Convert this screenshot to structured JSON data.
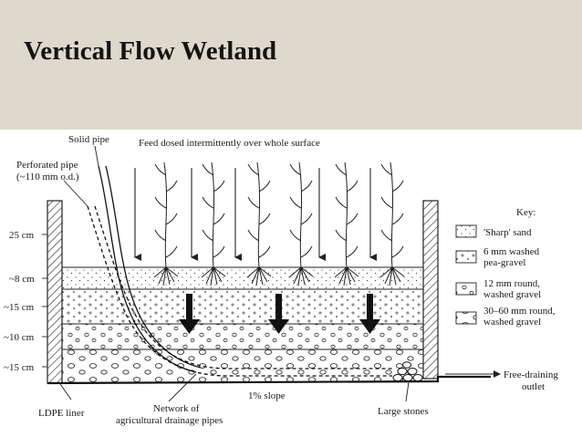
{
  "title": "Vertical Flow Wetland",
  "labels": {
    "solid_pipe": "Solid pipe",
    "feed": "Feed dosed intermittently over whole surface",
    "perforated_pipe_1": "Perforated pipe",
    "perforated_pipe_2": "(~110 mm o.d.)",
    "liner": "LDPE liner",
    "network_1": "Network of",
    "network_2": "agricultural drainage pipes",
    "slope": "1% slope",
    "large_stones": "Large stones",
    "outlet_1": "Free-draining",
    "outlet_2": "outlet"
  },
  "depths": [
    "25 cm",
    "~8 cm",
    "~15 cm",
    "~10 cm",
    "~15 cm"
  ],
  "key": {
    "title": "Key:",
    "items": [
      {
        "lines": [
          "'Sharp' sand"
        ],
        "pattern": "sand"
      },
      {
        "lines": [
          "6 mm washed",
          "pea-gravel"
        ],
        "pattern": "pea"
      },
      {
        "lines": [
          "12 mm round,",
          "washed gravel"
        ],
        "pattern": "round"
      },
      {
        "lines": [
          "30–60 mm round,",
          "washed gravel"
        ],
        "pattern": "coarse"
      }
    ]
  },
  "colors": {
    "band": "#ded9cc",
    "ink": "#1a1a1a"
  }
}
